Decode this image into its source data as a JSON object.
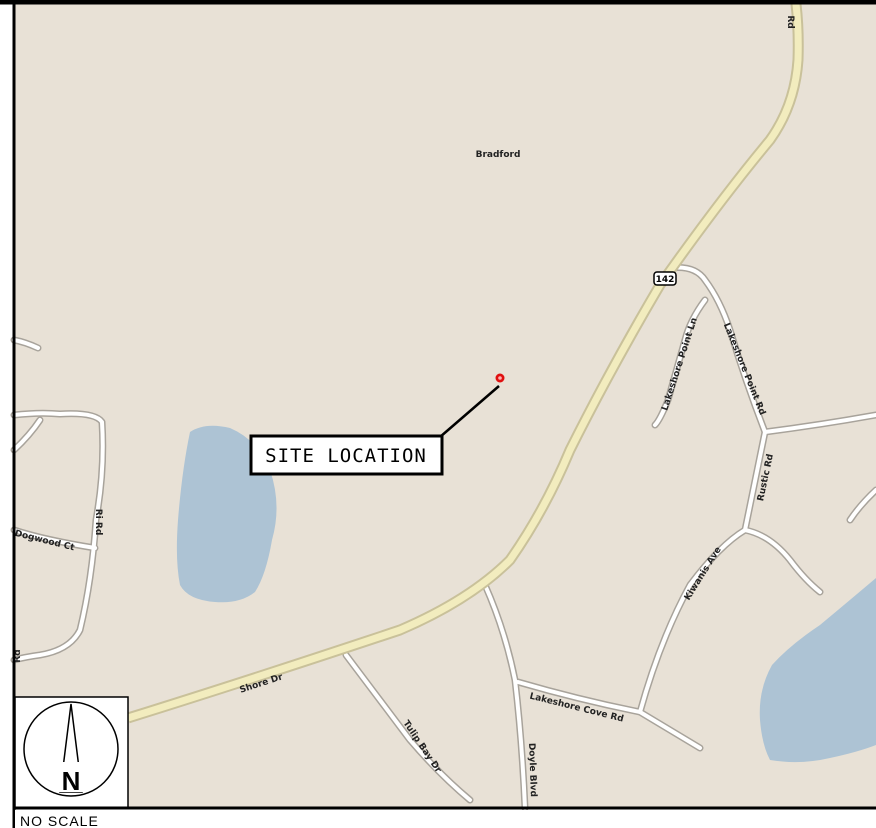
{
  "map": {
    "colors": {
      "land": "#e8e1d6",
      "water": "#adc3d4",
      "highway": "#f2ecbe",
      "highway_casing": "#c9c19a",
      "minor_road": "#ffffff",
      "minor_road_casing": "#a8a39b",
      "site_marker": "#e01010",
      "frame": "#000000"
    },
    "place_label": "Bradford",
    "highway_shield": "142",
    "roads": {
      "shore_dr": "Shore Dr",
      "rd_top": "Rd",
      "lakeshore_point_ln": "Lakeshore Point Ln",
      "lakeshore_point_rd": "Lakeshore Point Rd",
      "rustic_rd": "Rustic Rd",
      "kiwanis_ave": "Kiwanis Ave",
      "lakeshore_cove_rd": "Lakeshore Cove Rd",
      "tulip_bay_dr": "Tulip Bay Dr",
      "doyle_blvd": "Doyle Blvd",
      "ri_rd": "Ri Rd",
      "dogwood_ct": "Dogwood Ct",
      "left_edge": "Rd"
    },
    "site_callout": "SITE LOCATION",
    "north_arrow_letter": "N",
    "scale_note": "NO SCALE"
  }
}
